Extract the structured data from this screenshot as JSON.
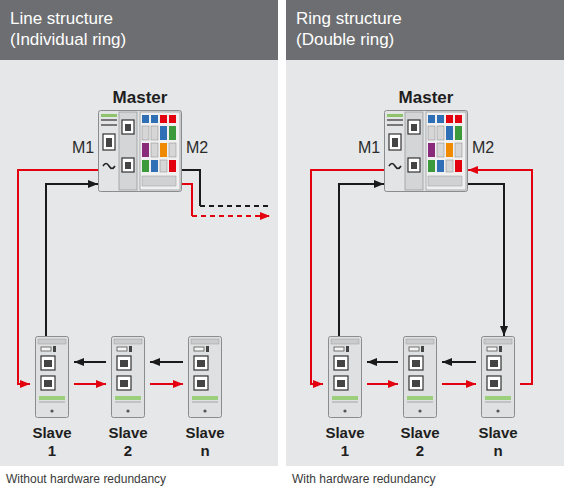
{
  "diagram": {
    "nodes": [
      {
        "text": [
          "Line structure (Individual ring)"
        ]
      },
      {
        "text": [
          "Master"
        ],
        "in": 0
      },
      {
        "text": [
          "Slave 1"
        ],
        "in": 0
      },
      {
        "text": [
          "Slave 2"
        ],
        "in": 0
      },
      {
        "text": [
          "Slave n"
        ],
        "in": 0
      },
      {
        "text": [
          "Ring structure (Double ring)"
        ]
      },
      {
        "text": [
          "Master"
        ],
        "in": 5
      },
      {
        "text": [
          "Slave 1"
        ],
        "in": 5
      },
      {
        "text": [
          "Slave 2"
        ],
        "in": 5
      },
      {
        "text": [
          "Slave n"
        ],
        "in": 5
      }
    ],
    "edges": [
      {
        "from": 1,
        "to": 2,
        "arrow": "to"
      },
      {
        "from": 2,
        "to": 1,
        "arrow": "to"
      },
      {
        "from": 2,
        "to": 3,
        "arrow": "to"
      },
      {
        "from": 3,
        "to": 4,
        "arrow": "to"
      },
      {
        "from": 4,
        "to": 3,
        "arrow": "to"
      },
      {
        "from": 3,
        "to": 2,
        "arrow": "to"
      },
      {
        "from": 6,
        "to": 7,
        "arrow": "to"
      },
      {
        "from": 7,
        "to": 8,
        "arrow": "to"
      },
      {
        "from": 8,
        "to": 9,
        "arrow": "to"
      },
      {
        "from": 9,
        "to": 6,
        "arrow": "to"
      },
      {
        "from": 6,
        "to": 9,
        "arrow": "to"
      },
      {
        "from": 9,
        "to": 8,
        "arrow": "to"
      },
      {
        "from": 8,
        "to": 7,
        "arrow": "to"
      },
      {
        "from": 7,
        "to": 6,
        "arrow": "to"
      }
    ],
    "labels": [
      "M1",
      "M2",
      "M1",
      "M2",
      "Without hardware redundancy",
      "With hardware redundancy"
    ]
  }
}
